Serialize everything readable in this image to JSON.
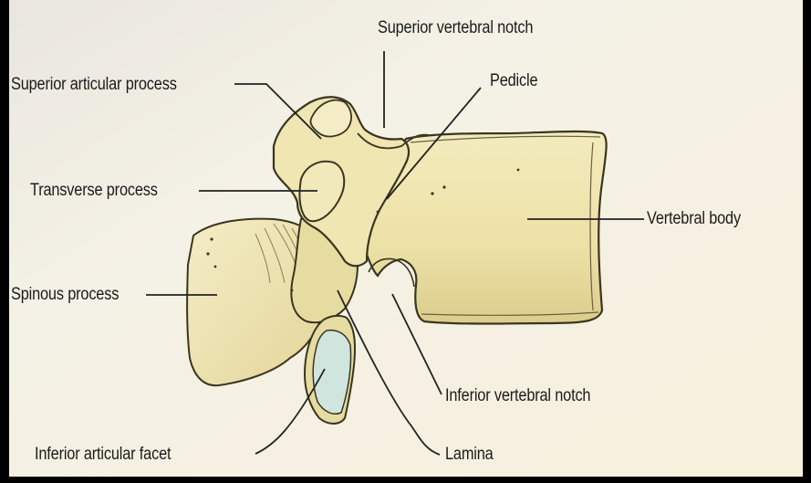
{
  "diagram": {
    "labels": {
      "superior_vertebral_notch": "Superior vertebral notch",
      "superior_articular_process": "Superior articular process",
      "pedicle": "Pedicle",
      "transverse_process": "Transverse process",
      "vertebral_body": "Vertebral body",
      "spinous_process": "Spinous process",
      "inferior_vertebral_notch": "Inferior vertebral notch",
      "inferior_articular_facet": "Inferior articular facet",
      "lamina": "Lamina"
    }
  },
  "colors": {
    "background_paper": "#f3efe3",
    "frame": "#000000",
    "bone_fill": "#ece2aa",
    "bone_shadow": "#d6c98a",
    "bone_outline": "#3a3520",
    "facet_fill": "#cfe6df",
    "leader_line": "#222222"
  }
}
